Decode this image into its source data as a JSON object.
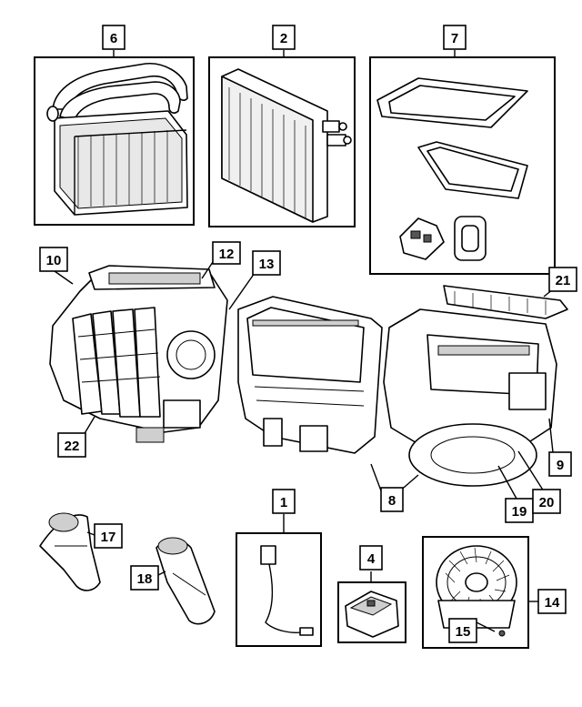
{
  "callouts": {
    "c1": "1",
    "c2": "2",
    "c4": "4",
    "c6": "6",
    "c7": "7",
    "c8": "8",
    "c9": "9",
    "c10": "10",
    "c12": "12",
    "c13": "13",
    "c14": "14",
    "c15": "15",
    "c17": "17",
    "c18": "18",
    "c19": "19",
    "c20": "20",
    "c21": "21",
    "c22": "22"
  }
}
